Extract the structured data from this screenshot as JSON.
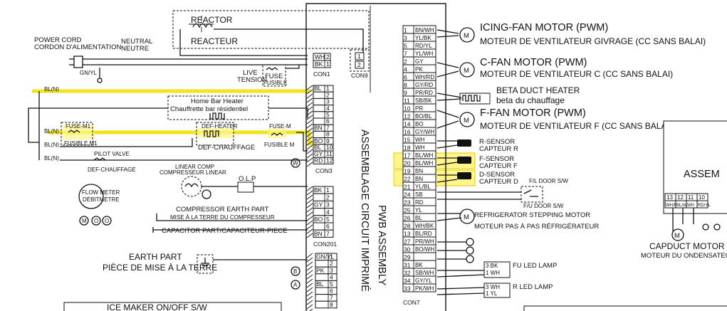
{
  "power": {
    "en": "POWER CORD",
    "fr": "CORDON D'ALIMENTATION",
    "neutral_en": "NEUTRAL",
    "neutral_fr": "NEUTRE",
    "gnyl": "GN/YL"
  },
  "reactor": {
    "en": "REACTOR",
    "fr": "REACTEUR"
  },
  "con1": {
    "label": "CON1",
    "rows": [
      {
        "color": "WH",
        "pin": "2"
      },
      {
        "color": "BK",
        "pin": "1"
      }
    ]
  },
  "con9": {
    "label": "CON9",
    "pins": [
      "1",
      "2"
    ]
  },
  "fuse": {
    "live_en": "LIVE",
    "live_fr": "TENSION",
    "en": "FUSE",
    "fr": "FUSIBLE"
  },
  "blue_wire": "BL(N)",
  "home_bar": {
    "en": "Home Bar Heater",
    "fr": "Chauffrette bar résidentiel"
  },
  "def_heater": {
    "en": "DEF-HEATER",
    "fr": "DEF-CHAUFFAGE"
  },
  "fuse_m": {
    "en": "FUSE-M",
    "fr": "FUSIBLE M"
  },
  "fuse_m1": {
    "en": "FUSE-M1",
    "fr": "FUSIBLE M1"
  },
  "pilot_valve": {
    "en": "PILOT VALVE",
    "fr": "DEF-CHAUFFAGE"
  },
  "con3": {
    "label": "CON3",
    "rows": [
      {
        "color": "BL",
        "pin": "1"
      },
      {
        "color": "",
        "pin": "2"
      },
      {
        "color": "",
        "pin": "3"
      },
      {
        "color": "",
        "pin": "4"
      },
      {
        "color": "",
        "pin": "5"
      },
      {
        "color": "",
        "pin": "6"
      },
      {
        "color": "BN",
        "pin": "7"
      },
      {
        "color": "",
        "pin": "8"
      },
      {
        "color": "BO",
        "pin": "9"
      },
      {
        "color": "BL",
        "pin": "10"
      },
      {
        "color": "GY",
        "pin": "11"
      },
      {
        "color": "RD",
        "pin": "12"
      }
    ]
  },
  "flowmeter": {
    "en": "FLOW METER",
    "fr": "DÉBITMÈTRE"
  },
  "compressor": {
    "linear_en": "LINEAR COMP",
    "linear_fr": "COMPRESSEUR LINEAR",
    "olp": "O.L.P",
    "earth_en": "COMPRESSOR EARTH PART",
    "earth_fr": "MISE À LA TERRE DU COMPRESSEUR",
    "capacitor": "CAPACITOR PART/CAPACITEUR-PIECE"
  },
  "con201": {
    "label": "CON201",
    "rows": [
      {
        "color": "BK",
        "pin": "1"
      },
      {
        "color": "",
        "pin": "2"
      },
      {
        "color": "GY",
        "pin": "3"
      },
      {
        "color": "",
        "pin": "4"
      },
      {
        "color": "BO",
        "pin": "5"
      },
      {
        "color": "",
        "pin": "6"
      },
      {
        "color": "BN",
        "pin": "7"
      }
    ]
  },
  "earth": {
    "en": "EARTH PART",
    "fr": "PIÈCE DE MISE À LA TERRE"
  },
  "lower_con": {
    "rows": [
      {
        "color": "GN/YL",
        "pin": "1"
      },
      {
        "color": "",
        "pin": "2"
      },
      {
        "color": "PK",
        "pin": "3"
      },
      {
        "color": "",
        "pin": "4"
      },
      {
        "color": "BL",
        "pin": "5"
      },
      {
        "color": "",
        "pin": "6"
      },
      {
        "color": "",
        "pin": "7"
      },
      {
        "color": "",
        "pin": "8"
      }
    ]
  },
  "markers": {
    "a": "A",
    "b": "B",
    "w": "W",
    "m": "M",
    "o": "O"
  },
  "icemaker": "ICE MAKER ON/OFF S/W",
  "pwb": {
    "en": "PWB ASSEMBLY",
    "fr": "ASSEMBLAGE CIRCUIT IMPRIMÉ"
  },
  "con7": {
    "label": "CON7",
    "rows": [
      {
        "pin": "1",
        "color": "BN/WH"
      },
      {
        "pin": "3",
        "color": "YL/BK"
      },
      {
        "pin": "5",
        "color": "RD/YL"
      },
      {
        "pin": "7",
        "color": "YL/WH"
      },
      {
        "pin": "2",
        "color": "GY"
      },
      {
        "pin": "4",
        "color": "PK"
      },
      {
        "pin": "6",
        "color": "WH/RD"
      },
      {
        "pin": "8",
        "color": "GY/RD"
      },
      {
        "pin": "9",
        "color": "PR/RD"
      },
      {
        "pin": "11",
        "color": "SB/BK"
      },
      {
        "pin": "10",
        "color": "PR"
      },
      {
        "pin": "12",
        "color": "BO/BL"
      },
      {
        "pin": "14",
        "color": "BO"
      },
      {
        "pin": "16",
        "color": "GY/WH"
      },
      {
        "pin": "15",
        "color": "WH"
      },
      {
        "pin": "18",
        "color": "WH"
      },
      {
        "pin": "17",
        "color": "BL/WH"
      },
      {
        "pin": "20",
        "color": "BL/WH"
      },
      {
        "pin": "19",
        "color": "BN"
      },
      {
        "pin": "22",
        "color": "BN"
      },
      {
        "pin": "21",
        "color": "YL/BL"
      },
      {
        "pin": "24",
        "color": "SB"
      },
      {
        "pin": "23",
        "color": "RD"
      },
      {
        "pin": "25",
        "color": "YL"
      },
      {
        "pin": "26",
        "color": "BL"
      },
      {
        "pin": "28",
        "color": "WH/BK"
      },
      {
        "pin": "13",
        "color": "BL/RD"
      },
      {
        "pin": "27",
        "color": "PR/WH"
      },
      {
        "pin": "30",
        "color": "BO/WH"
      },
      {
        "pin": "29",
        "color": ""
      },
      {
        "pin": "31",
        "color": "BK"
      },
      {
        "pin": "32",
        "color": "SB/WH"
      },
      {
        "pin": "34",
        "color": "GY/YL"
      },
      {
        "pin": "33",
        "color": "PK/WH"
      }
    ]
  },
  "right": {
    "icing_fan_en": "ICING-FAN MOTOR (PWM)",
    "icing_fan_fr": "MOTEUR DE  VENTILATEUR GIVRAGE (CC SANS BALAI)",
    "c_fan_en": "C-FAN MOTOR  (PWM)",
    "c_fan_fr": "MOTEUR  DE VENTILATEUR C   (CC SANS BALAI)",
    "beta_en": "BETA DUCT HEATER",
    "beta_fr": "beta du chauffage",
    "f_fan_en": "F-FAN MOTOR  (PWM)",
    "f_fan_fr": "MOTEUR  DE VENTILATEUR F  (CC SANS BALAI)",
    "r_sensor_en": "R-SENSOR",
    "r_sensor_fr": "CAPTEUR R",
    "f_sensor_en": "F-SENSOR",
    "f_sensor_fr": "CAPTEUR F",
    "d_sensor_en": "D-SENSOR",
    "d_sensor_fr": "CAPTEUR D",
    "door_sw": "F/L DOOR S/W",
    "fu_door_sw": "F/U DOOR S/W",
    "stepping_en": "REFRIGERATOR STEPPING MOTOR",
    "stepping_fr": "MOTEUR PAS À PAS RÉFRIGÉRATEUR",
    "fu_led": "FU LED LAMP",
    "r_led": "R LED LAMP",
    "m": "M"
  },
  "far_right": {
    "assem": "ASSEM",
    "conn": [
      {
        "pin": "13",
        "color": "WH/RD"
      },
      {
        "pin": "12",
        "color": "BL/WH"
      },
      {
        "pin": "11",
        "color": "WH"
      },
      {
        "pin": "10",
        "color": "RD/YL"
      }
    ],
    "capduct_en": "CAPDUCT MOTOR",
    "capduct_fr": "MOTEUR DU ONDENSATEUR"
  },
  "colors": {
    "highlight": "#f2e100",
    "ink": "#111111"
  }
}
